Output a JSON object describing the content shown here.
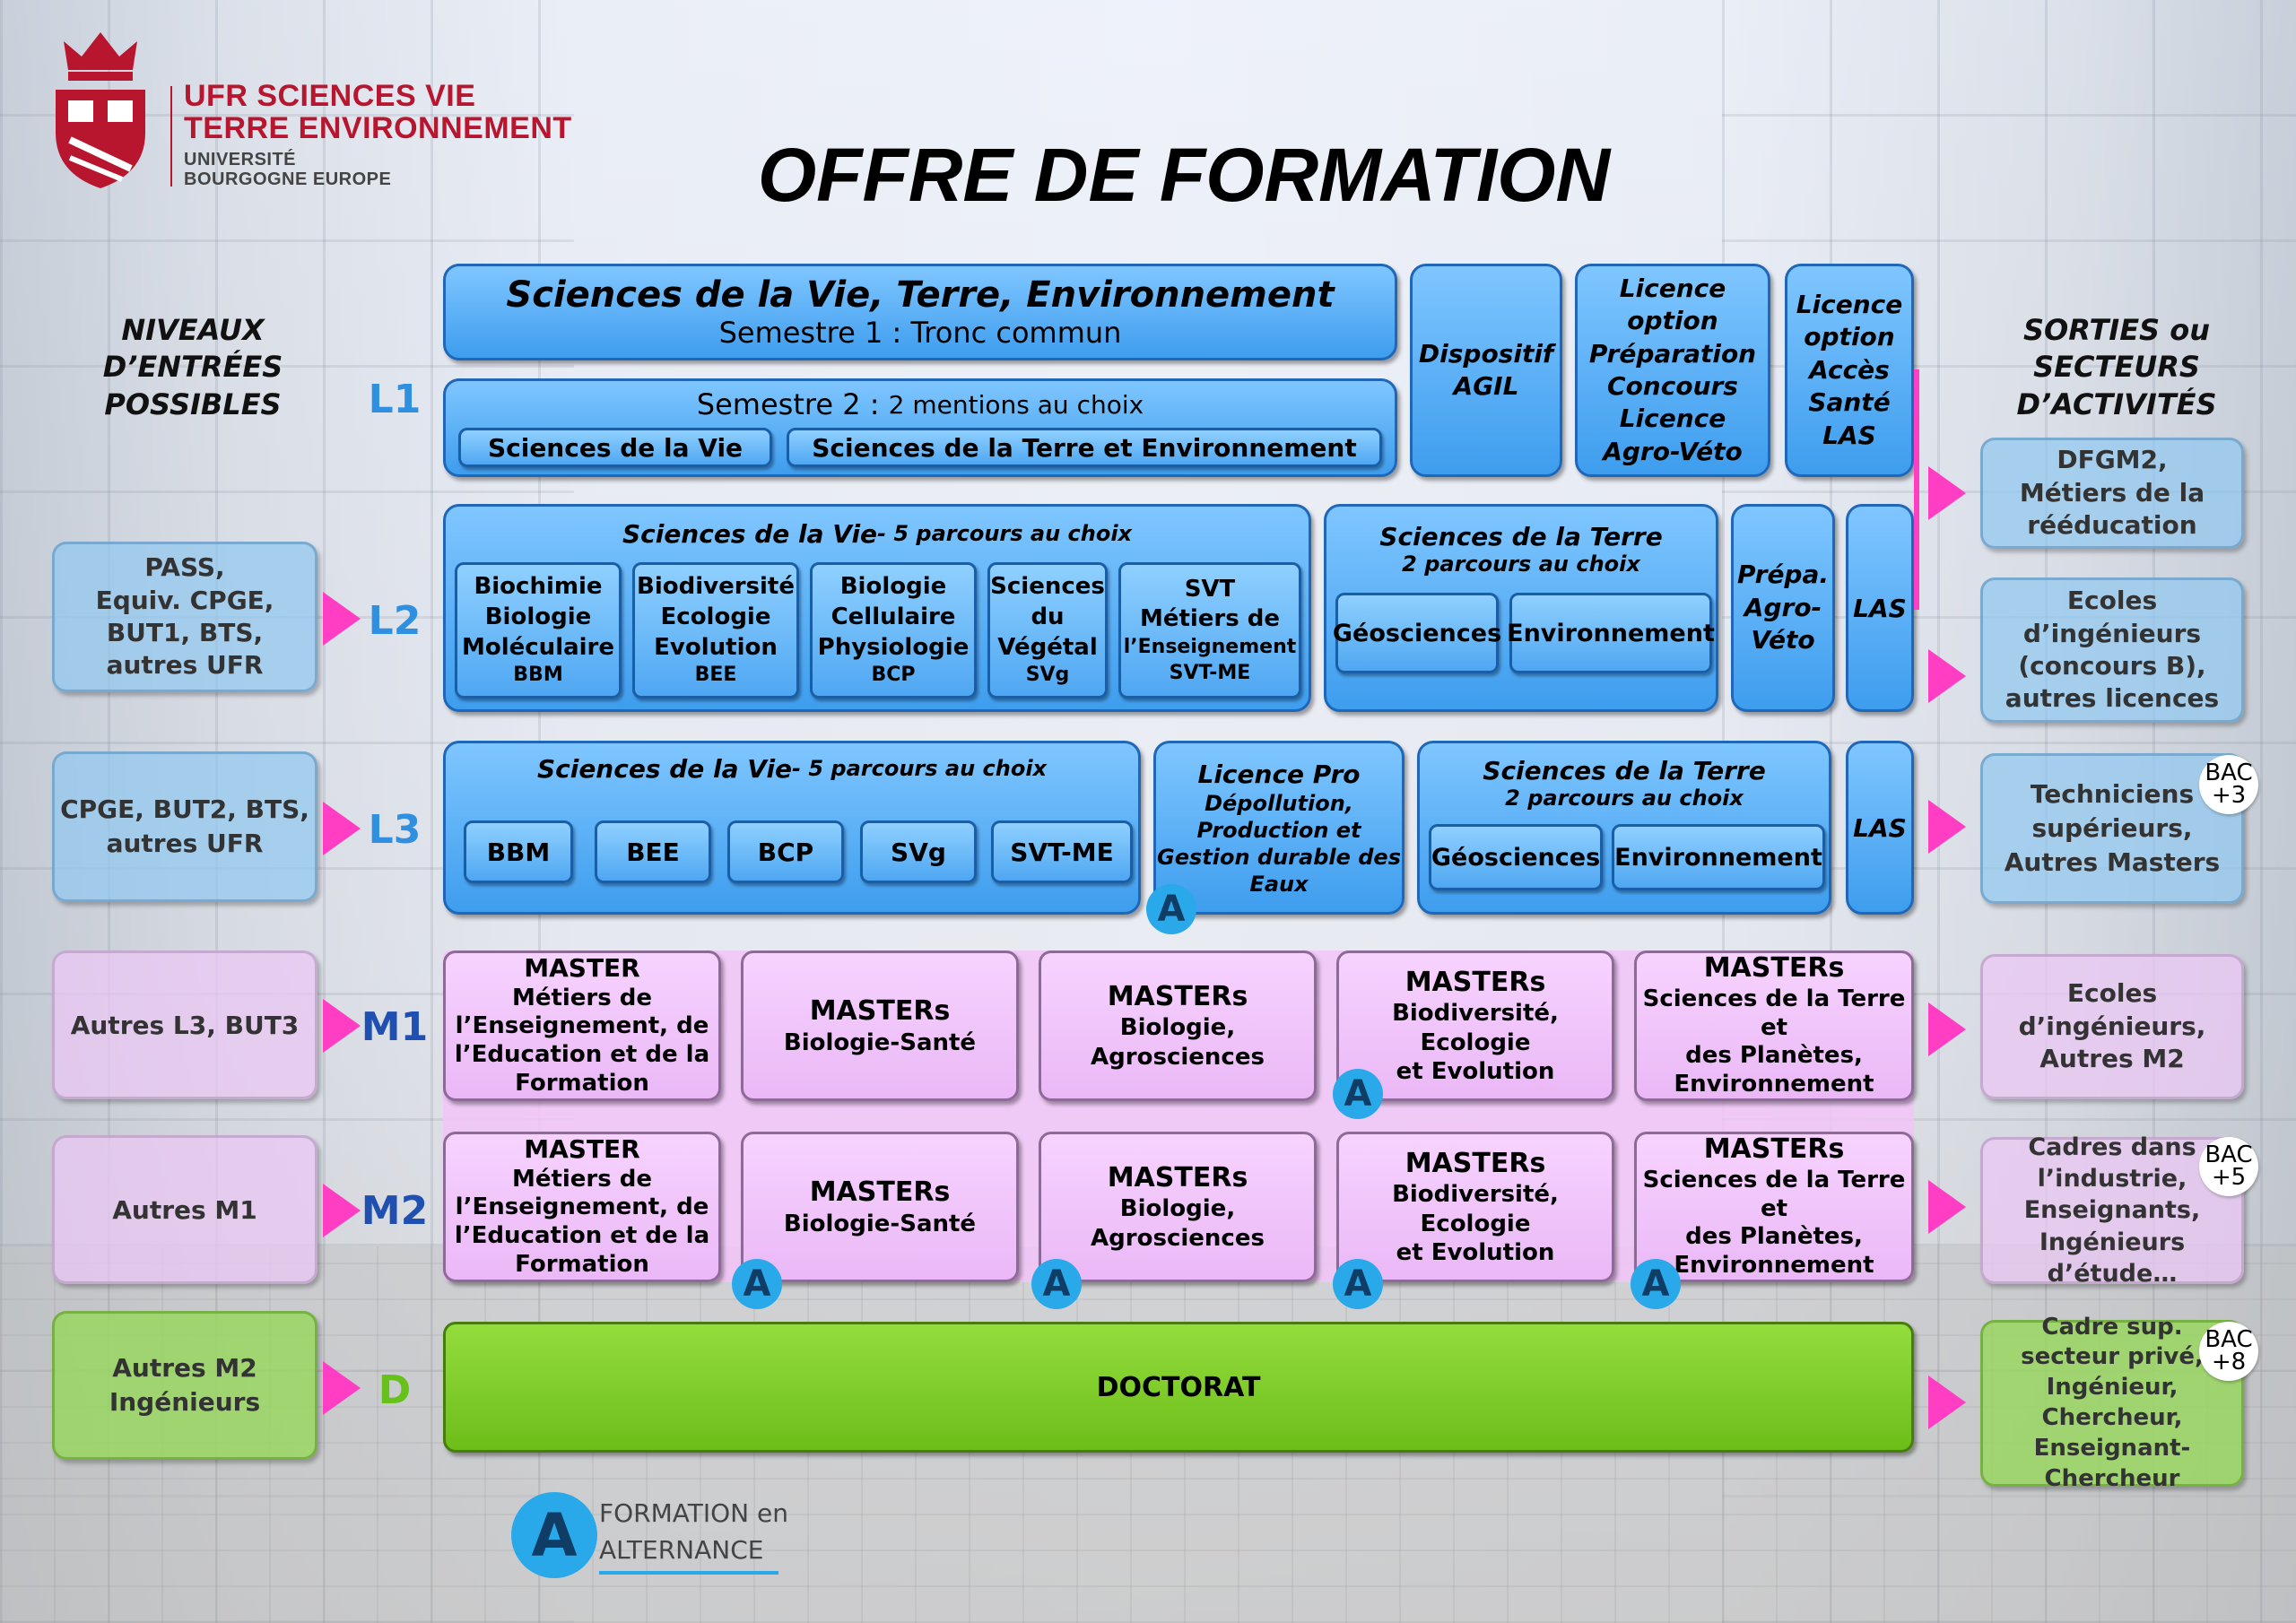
{
  "logo": {
    "line1": "UFR SCIENCES VIE",
    "line2": "TERRE ENVIRONNEMENT",
    "line3": "UNIVERSITÉ",
    "line4": "BOURGOGNE EUROPE"
  },
  "title": "OFFRE DE FORMATION",
  "left_heading": {
    "l1": "NIVEAUX",
    "l2": "D’ENTRÉES",
    "l3": "POSSIBLES"
  },
  "right_heading": {
    "l1": "SORTIES ou",
    "l2": "SECTEURS",
    "l3": "D’ACTIVITÉS"
  },
  "levels": {
    "l1": "L1",
    "l2": "L2",
    "l3": "L3",
    "m1": "M1",
    "m2": "M2",
    "d": "D"
  },
  "entries": {
    "l2": [
      "PASS,",
      "Equiv. CPGE,",
      "BUT1, BTS,",
      "autres UFR"
    ],
    "l3": [
      "CPGE, BUT2, BTS,",
      "autres UFR"
    ],
    "m1": "Autres L3, BUT3",
    "m2": "Autres M1",
    "d": [
      "Autres M2",
      "Ingénieurs"
    ]
  },
  "exits": {
    "dfgm2": [
      "DFGM2,",
      "Métiers de la",
      "rééducation"
    ],
    "ecoles_l2": [
      "Ecoles",
      "d’ingénieurs",
      "(concours B),",
      "autres licences"
    ],
    "l3": [
      "Techniciens",
      "supérieurs,",
      "Autres Masters"
    ],
    "m1": [
      "Ecoles",
      "d’ingénieurs,",
      "Autres M2"
    ],
    "m2": [
      "Cadres dans",
      "l’industrie,",
      "Enseignants,",
      "Ingénieurs d’étude…"
    ],
    "d": [
      "Cadre sup.",
      "secteur privé,",
      "Ingénieur, Chercheur,",
      "Enseignant-",
      "Chercheur"
    ]
  },
  "bac": {
    "b3": {
      "a": "BAC",
      "b": "+3"
    },
    "b5": {
      "a": "BAC",
      "b": "+5"
    },
    "b8": {
      "a": "BAC",
      "b": "+8"
    }
  },
  "l1": {
    "title": "Sciences de la Vie, Terre, Environnement",
    "sem1": "Semestre 1 : Tronc commun",
    "sem2": "Semestre 2 :",
    "sem2_sub": "2 mentions au choix",
    "m1": "Sciences de la Vie",
    "m2": "Sciences de la Terre et Environnement",
    "agil": [
      "Dispositif",
      "AGIL"
    ],
    "prepa": [
      "Licence",
      "option",
      "Préparation",
      "Concours",
      "Licence",
      "Agro-Véto"
    ],
    "las": [
      "Licence",
      "option",
      "Accès",
      "Santé",
      "LAS"
    ]
  },
  "l2": {
    "sv_title": "Sciences de la Vie",
    "sv_sub": " - 5 parcours au choix",
    "p1": [
      "Biochimie",
      "Biologie",
      "Moléculaire",
      "BBM"
    ],
    "p2": [
      "Biodiversité",
      "Ecologie",
      "Evolution",
      "BEE"
    ],
    "p3": [
      "Biologie",
      "Cellulaire",
      "Physiologie",
      "BCP"
    ],
    "p4": [
      "Sciences",
      "du",
      "Végétal",
      "SVg"
    ],
    "p5": [
      "SVT",
      "Métiers de",
      "l’Enseignement",
      "SVT-ME"
    ],
    "st_title": "Sciences de la Terre",
    "st_sub": "2 parcours au choix",
    "geo": "Géosciences",
    "env": "Environnement",
    "prepa": [
      "Prépa.",
      "Agro-",
      "Véto"
    ],
    "las": "LAS"
  },
  "l3": {
    "sv_title": "Sciences de la Vie",
    "sv_sub": " - 5 parcours au choix",
    "p": [
      "BBM",
      "BEE",
      "BCP",
      "SVg",
      "SVT-ME"
    ],
    "pro": [
      "Licence Pro",
      "Dépollution,",
      "Production et",
      "Gestion durable des",
      "Eaux"
    ],
    "st_title": "Sciences de la Terre",
    "st_sub": "2 parcours au choix",
    "geo": "Géosciences",
    "env": "Environnement",
    "las": "LAS"
  },
  "masters": {
    "meef": [
      "MASTER",
      "Métiers de",
      "l’Enseignement, de",
      "l’Education et de la",
      "Formation"
    ],
    "bs": [
      "MASTERs",
      "Biologie-Santé"
    ],
    "ba": [
      "MASTERs",
      "Biologie,",
      "Agrosciences"
    ],
    "bee": [
      "MASTERs",
      "Biodiversité, Ecologie",
      "et Evolution"
    ],
    "stpe": [
      "MASTERs",
      "Sciences de la Terre et",
      "des Planètes,",
      "Environnement"
    ]
  },
  "doctorat": "DOCTORAT",
  "alternance_badge": "A",
  "legend": {
    "l1": "FORMATION en",
    "l2": "ALTERNANCE"
  },
  "colors": {
    "blue": "#3e9dee",
    "pink": "#eab8f6",
    "green": "#6dbd19",
    "arrow": "#ff3ec4",
    "alternance": "#29a9ea",
    "logo": "#b8162f"
  }
}
